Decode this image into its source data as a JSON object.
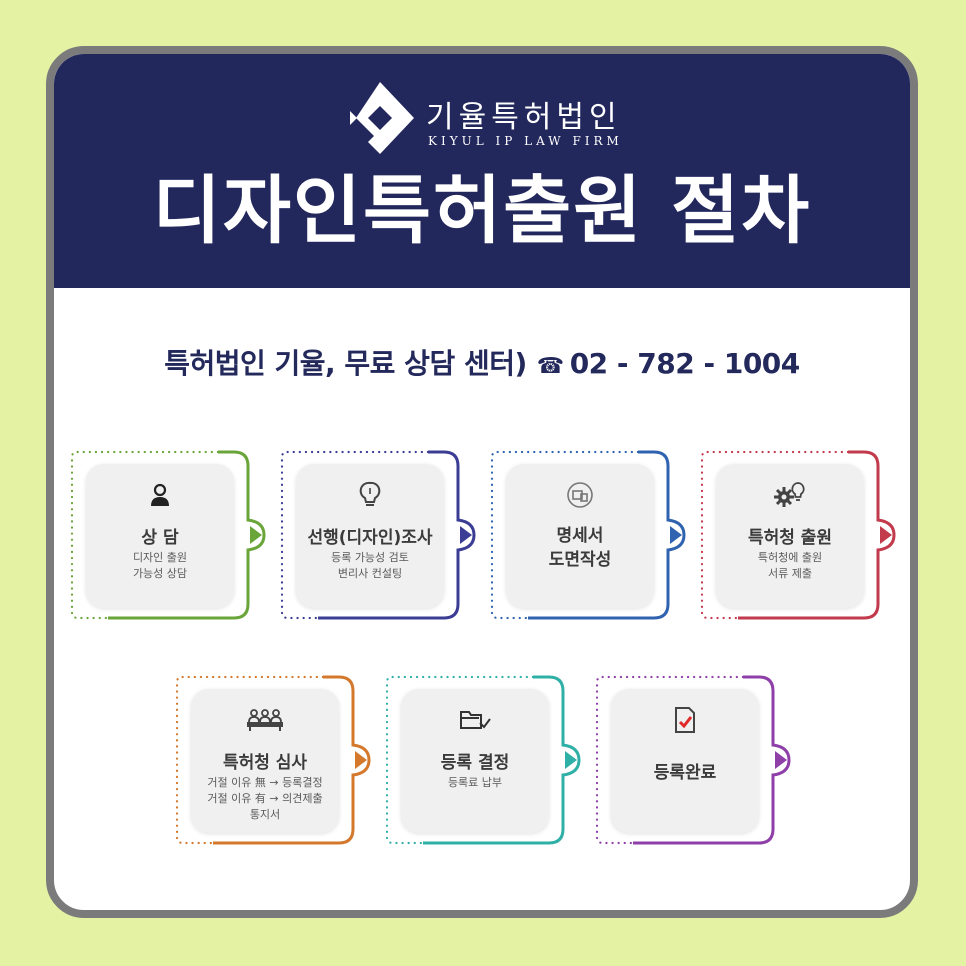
{
  "header": {
    "logo_ko": "기율특허법인",
    "logo_en": "KIYUL IP LAW FIRM",
    "title": "디자인특허출원 절차"
  },
  "contact": {
    "label": "특허법인 기율, 무료 상담 센터)",
    "phone_icon": "☎",
    "phone": "02 - 782 - 1004"
  },
  "steps": [
    {
      "name": "상 담",
      "desc": "디자인 출원\n가능성 상담",
      "icon": "person-icon",
      "color": "#6aa53a"
    },
    {
      "name": "선행(디자인)조사",
      "desc": "등록 가능성 검토\n변리사 컨설팅",
      "icon": "lightbulb-icon",
      "color": "#3b3d95"
    },
    {
      "name": "명세서\n도면작성",
      "desc": "",
      "icon": "document-drawing-icon",
      "color": "#2f63b0"
    },
    {
      "name": "특허청 출원",
      "desc": "특허청에 출원\n서류 제출",
      "icon": "gear-bulb-icon",
      "color": "#c23a4c"
    },
    {
      "name": "특허청 심사",
      "desc": "거절 이유 無 → 등록결정\n거절 이유 有 → 의견제출\n통지서",
      "icon": "examiners-icon",
      "color": "#d4782c"
    },
    {
      "name": "등록 결정",
      "desc": "등록료 납부",
      "icon": "folder-check-icon",
      "color": "#2fb0a6"
    },
    {
      "name": "등록완료",
      "desc": "",
      "icon": "certificate-check-icon",
      "color": "#8e3fa8"
    }
  ]
}
